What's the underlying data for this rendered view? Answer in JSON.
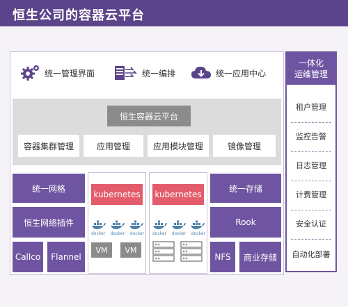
{
  "header": {
    "title": "恒生公司的容器云平台"
  },
  "features": {
    "management": "统一管理界面",
    "orchestration": "统一编排",
    "app_center": "统一应用中心"
  },
  "platform": {
    "title": "恒生容器云平台",
    "modules": [
      "容器集群管理",
      "应用管理",
      "应用模块管理",
      "镜像管理"
    ]
  },
  "network": {
    "title": "统一网格",
    "plugin": "恒生网络插件",
    "impls": [
      "Callco",
      "Flannel"
    ]
  },
  "compute": {
    "k8s_label": "kubernetes",
    "docker_label": "docker",
    "vm_label": "VM"
  },
  "storage": {
    "title": "统一存储",
    "rook": "Rook",
    "impls": [
      "NFS",
      "商业存储"
    ]
  },
  "ops": {
    "title_line1": "一体化",
    "title_line2": "运维管理",
    "items": [
      "租户管理",
      "监控告警",
      "日志管理",
      "计费管理",
      "安全认证",
      "自动化部署"
    ]
  },
  "colors": {
    "primary": "#6f55a1",
    "header": "#5b4489",
    "kubernetes": "#e35c6c",
    "gray_box": "#8b8b8b",
    "docker_blue": "#4a7fa8"
  }
}
